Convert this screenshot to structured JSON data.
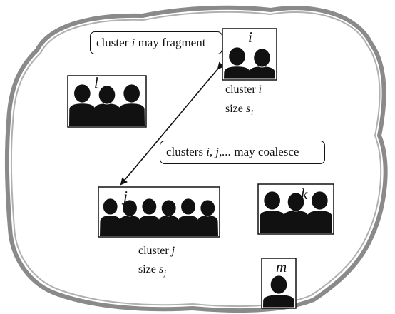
{
  "callouts": {
    "fragment": {
      "prefix": "cluster ",
      "var": "i",
      "suffix": " may fragment"
    },
    "coalesce": {
      "prefix": "clusters ",
      "var": "i, j,...",
      "suffix": "  may coalesce"
    }
  },
  "clusters": {
    "i": {
      "label": "i",
      "people": 2,
      "caption_prefix": "cluster ",
      "caption_var": "i",
      "size_prefix": "size ",
      "size_var": "s",
      "size_sub": "i"
    },
    "j": {
      "label": "j",
      "people": 6,
      "caption_prefix": "cluster ",
      "caption_var": "j",
      "size_prefix": "size ",
      "size_var": "s",
      "size_sub": "j"
    },
    "k": {
      "label": "k",
      "people": 3
    },
    "l": {
      "label": "l",
      "people": 3
    },
    "m": {
      "label": "m",
      "people": 1
    }
  },
  "colors": {
    "boundary": "#8a8a8a",
    "ink": "#111111",
    "background": "#ffffff"
  }
}
